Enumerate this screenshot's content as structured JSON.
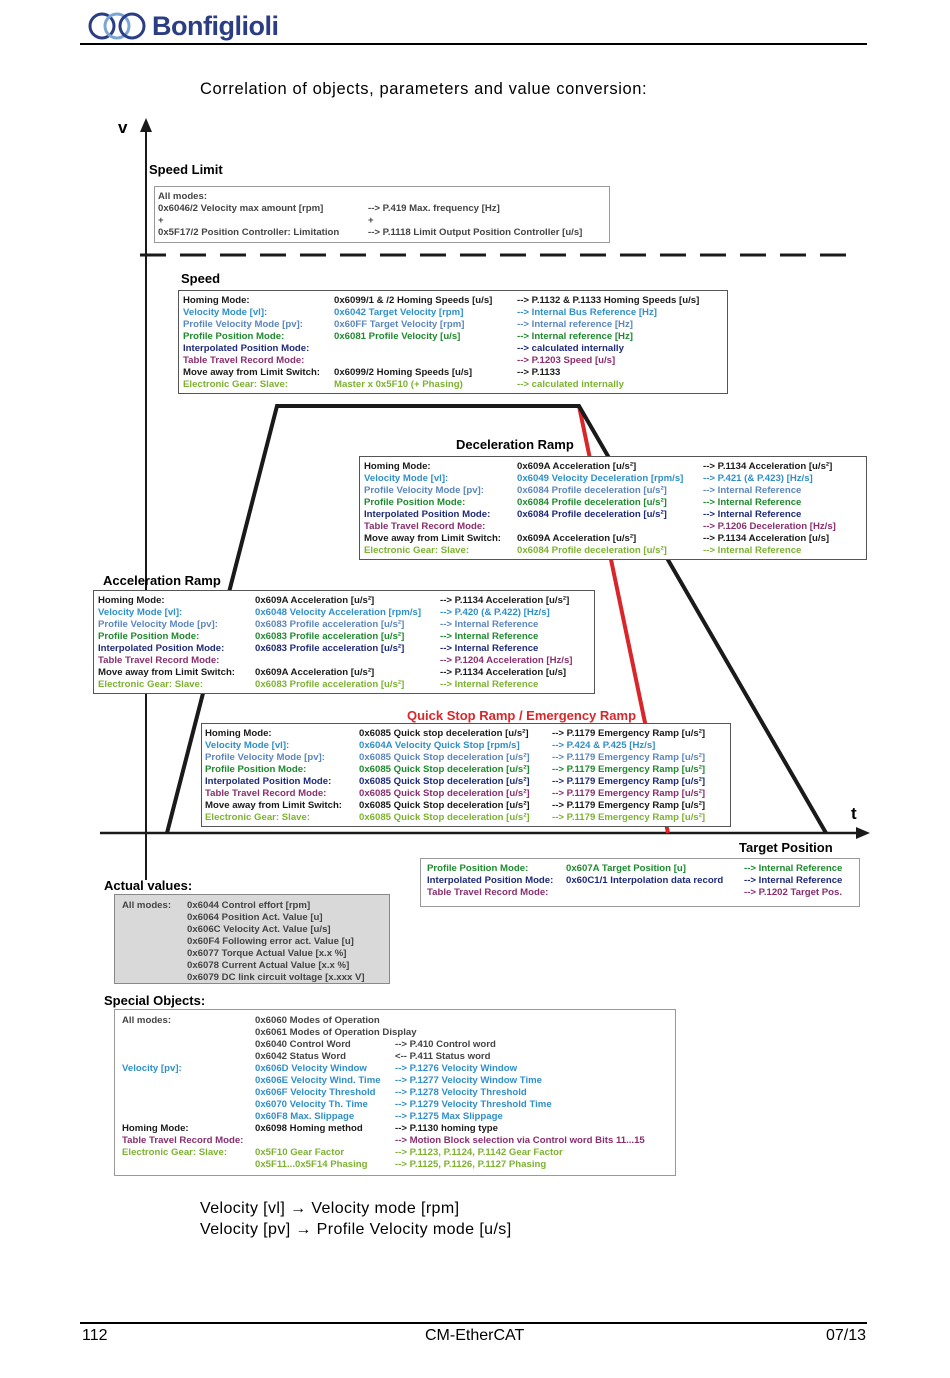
{
  "header": {
    "brand": "Bonfiglioli"
  },
  "caption": "Correlation of objects, parameters and value conversion:",
  "axes": {
    "v": "v",
    "t": "t"
  },
  "colors": {
    "black": "#1a1a1a",
    "velocity_vl": "#2f8fc9",
    "profile_velocity": "#5b86bf",
    "profile_position": "#1e8a2e",
    "interpolated": "#1e2a7a",
    "table_travel": "#8a2e6e",
    "gear": "#7cb230",
    "red": "#d9262a",
    "grey_text": "#444444"
  },
  "speed_limit": {
    "title": "Speed Limit",
    "rows": [
      [
        "All modes:",
        "",
        ""
      ],
      [
        "  0x6046/2 Velocity max amount [rpm]",
        "--> P.419 Max. frequency [Hz]",
        ""
      ],
      [
        "                          +",
        "          +",
        ""
      ],
      [
        "  0x5F17/2 Position Controller: Limitation",
        "--> P.1118 Limit Output Position Controller [u/s]",
        ""
      ]
    ]
  },
  "speed": {
    "title": "Speed",
    "rows": [
      [
        "Homing Mode:",
        "0x6099/1 & /2 Homing Speeds [u/s]",
        "--> P.1132 & P.1133 Homing Speeds [u/s]"
      ],
      [
        "Velocity Mode [vl]:",
        "0x6042 Target Velocity [rpm]",
        "--> Internal Bus Reference [Hz]"
      ],
      [
        "Profile Velocity Mode [pv]:",
        "0x60FF Target Velocity [rpm]",
        "--> Internal reference [Hz]"
      ],
      [
        "Profile Position Mode:",
        "0x6081 Profile Velocity [u/s]",
        "--> Internal reference [Hz]"
      ],
      [
        "Interpolated Position Mode:",
        "",
        "--> calculated internally"
      ],
      [
        "Table Travel Record Mode:",
        "",
        "--> P.1203 Speed [u/s]"
      ],
      [
        "Move away from Limit Switch:",
        "0x6099/2 Homing Speeds [u/s]",
        "--> P.1133"
      ],
      [
        "Electronic Gear: Slave:",
        "Master x 0x5F10 (+ Phasing)",
        "--> calculated internally"
      ]
    ]
  },
  "deceleration": {
    "title": "Deceleration Ramp",
    "rows": [
      [
        "Homing Mode:",
        "0x609A Acceleration [u/s²]",
        "--> P.1134 Acceleration [u/s²]"
      ],
      [
        "Velocity Mode [vl]:",
        "0x6049 Velocity Deceleration [rpm/s]",
        "--> P.421 (& P.423) [Hz/s]"
      ],
      [
        "Profile Velocity Mode [pv]:",
        "0x6084 Profile deceleration [u/s²]",
        "--> Internal Reference"
      ],
      [
        "Profile Position Mode:",
        "0x6084 Profile deceleration [u/s²]",
        "--> Internal Reference"
      ],
      [
        "Interpolated Position Mode:",
        "0x6084 Profile deceleration [u/s²]",
        "--> Internal Reference"
      ],
      [
        "Table Travel Record Mode:",
        "",
        "--> P.1206 Deceleration [Hz/s]"
      ],
      [
        "Move away from Limit Switch:",
        "0x609A Acceleration [u/s²]",
        "--> P.1134 Acceleration [u/s]"
      ],
      [
        "Electronic Gear: Slave:",
        "0x6084 Profile deceleration [u/s²]",
        "--> Internal Reference"
      ]
    ]
  },
  "acceleration": {
    "title": "Acceleration Ramp",
    "rows": [
      [
        "Homing Mode:",
        "0x609A Acceleration [u/s²]",
        "--> P.1134 Acceleration [u/s²]"
      ],
      [
        "Velocity Mode [vl]:",
        "0x6048 Velocity Acceleration [rpm/s]",
        "--> P.420 (& P.422) [Hz/s]"
      ],
      [
        "Profile Velocity Mode [pv]:",
        "0x6083 Profile acceleration [u/s²]",
        "--> Internal Reference"
      ],
      [
        "Profile Position Mode:",
        "0x6083 Profile acceleration [u/s²]",
        "--> Internal Reference"
      ],
      [
        "Interpolated Position Mode:",
        "0x6083 Profile acceleration [u/s²]",
        "--> Internal Reference"
      ],
      [
        "Table Travel Record Mode:",
        "",
        "--> P.1204 Acceleration [Hz/s]"
      ],
      [
        "Move away from Limit Switch:",
        "0x609A Acceleration [u/s²]",
        "--> P.1134 Acceleration [u/s]"
      ],
      [
        "Electronic Gear: Slave:",
        "0x6083 Profile acceleration [u/s²]",
        "--> Internal Reference"
      ]
    ]
  },
  "quickstop": {
    "title": "Quick Stop Ramp / Emergency Ramp",
    "rows": [
      [
        "Homing Mode:",
        "0x6085 Quick stop deceleration [u/s²]",
        "--> P.1179 Emergency Ramp [u/s²]"
      ],
      [
        "Velocity Mode [vl]:",
        "0x604A Velocity Quick Stop [rpm/s]",
        "--> P.424 & P.425 [Hz/s]"
      ],
      [
        "Profile Velocity Mode [pv]:",
        "0x6085 Quick Stop deceleration [u/s²]",
        "--> P.1179 Emergency Ramp [u/s²]"
      ],
      [
        "Profile Position Mode:",
        "0x6085 Quick Stop deceleration [u/s²]",
        "--> P.1179 Emergency Ramp [u/s²]"
      ],
      [
        "Interpolated Position Mode:",
        "0x6085 Quick Stop deceleration [u/s²]",
        "--> P.1179 Emergency Ramp [u/s²]"
      ],
      [
        "Table Travel Record Mode:",
        "0x6085 Quick Stop deceleration [u/s²]",
        "--> P.1179 Emergency Ramp [u/s²]"
      ],
      [
        "Move away from Limit Switch:",
        "0x6085 Quick Stop deceleration [u/s²]",
        "--> P.1179 Emergency Ramp [u/s²]"
      ],
      [
        "Electronic Gear: Slave:",
        "0x6085 Quick Stop deceleration [u/s²]",
        "--> P.1179 Emergency Ramp  [u/s²]"
      ]
    ]
  },
  "target": {
    "title": "Target Position",
    "rows": [
      [
        "Profile Position Mode:",
        "0x607A Target Position [u]",
        "--> Internal Reference"
      ],
      [
        "Interpolated Position Mode:",
        "0x60C1/1 Interpolation data record",
        "--> Internal Reference"
      ],
      [
        "Table Travel Record Mode:",
        "",
        "--> P.1202 Target Pos."
      ]
    ]
  },
  "actual": {
    "title": "Actual values:",
    "label": "All modes:",
    "items": [
      "0x6044 Control effort [rpm]",
      "0x6064 Position Act. Value [u]",
      "0x606C Velocity Act. Value [u/s]",
      "0x60F4 Following error act. Value [u]",
      "0x6077 Torque Actual Value [x.x %]",
      "0x6078 Current Actual Value [x.x %]",
      "0x6079 DC link circuit voltage [x.xxx V]"
    ]
  },
  "special": {
    "title": "Special Objects:",
    "rows": [
      [
        "All modes:",
        "0x6060 Modes of Operation",
        ""
      ],
      [
        "",
        "0x6061 Modes of Operation Display",
        ""
      ],
      [
        "",
        "0x6040 Control Word",
        "--> P.410 Control word"
      ],
      [
        "",
        "0x6042 Status Word",
        "<-- P.411 Status word"
      ],
      [
        "Velocity [pv]:",
        "0x606D Velocity Window",
        "--> P.1276 Velocity Window"
      ],
      [
        "",
        "0x606E Velocity Wind. Time",
        "--> P.1277 Velocity Window Time"
      ],
      [
        "",
        "0x606F Velocity Threshold",
        "--> P.1278 Velocity Threshold"
      ],
      [
        "",
        "0x6070 Velocity Th. Time",
        "--> P.1279 Velocity Threshold Time"
      ],
      [
        "",
        "0x60F8 Max. Slippage",
        "--> P.1275 Max Slippage"
      ],
      [
        "Homing Mode:",
        "0x6098 Homing method",
        "--> P.1130 homing type"
      ],
      [
        "Table Travel Record Mode:",
        "",
        "--> Motion Block selection via Control word Bits 11...15"
      ],
      [
        "Electronic Gear: Slave:",
        "0x5F10 Gear Factor",
        "--> P.1123, P.1124, P.1142 Gear Factor"
      ],
      [
        "",
        "0x5F11...0x5F14 Phasing",
        "--> P.1125, P.1126, P.1127 Phasing"
      ]
    ]
  },
  "notes": [
    "Velocity [vl] → Velocity mode [rpm]",
    "Velocity [pv] → Profile Velocity mode [u/s]"
  ],
  "footer": {
    "page": "112",
    "doc": "CM-EtherCAT",
    "date": "07/13"
  }
}
